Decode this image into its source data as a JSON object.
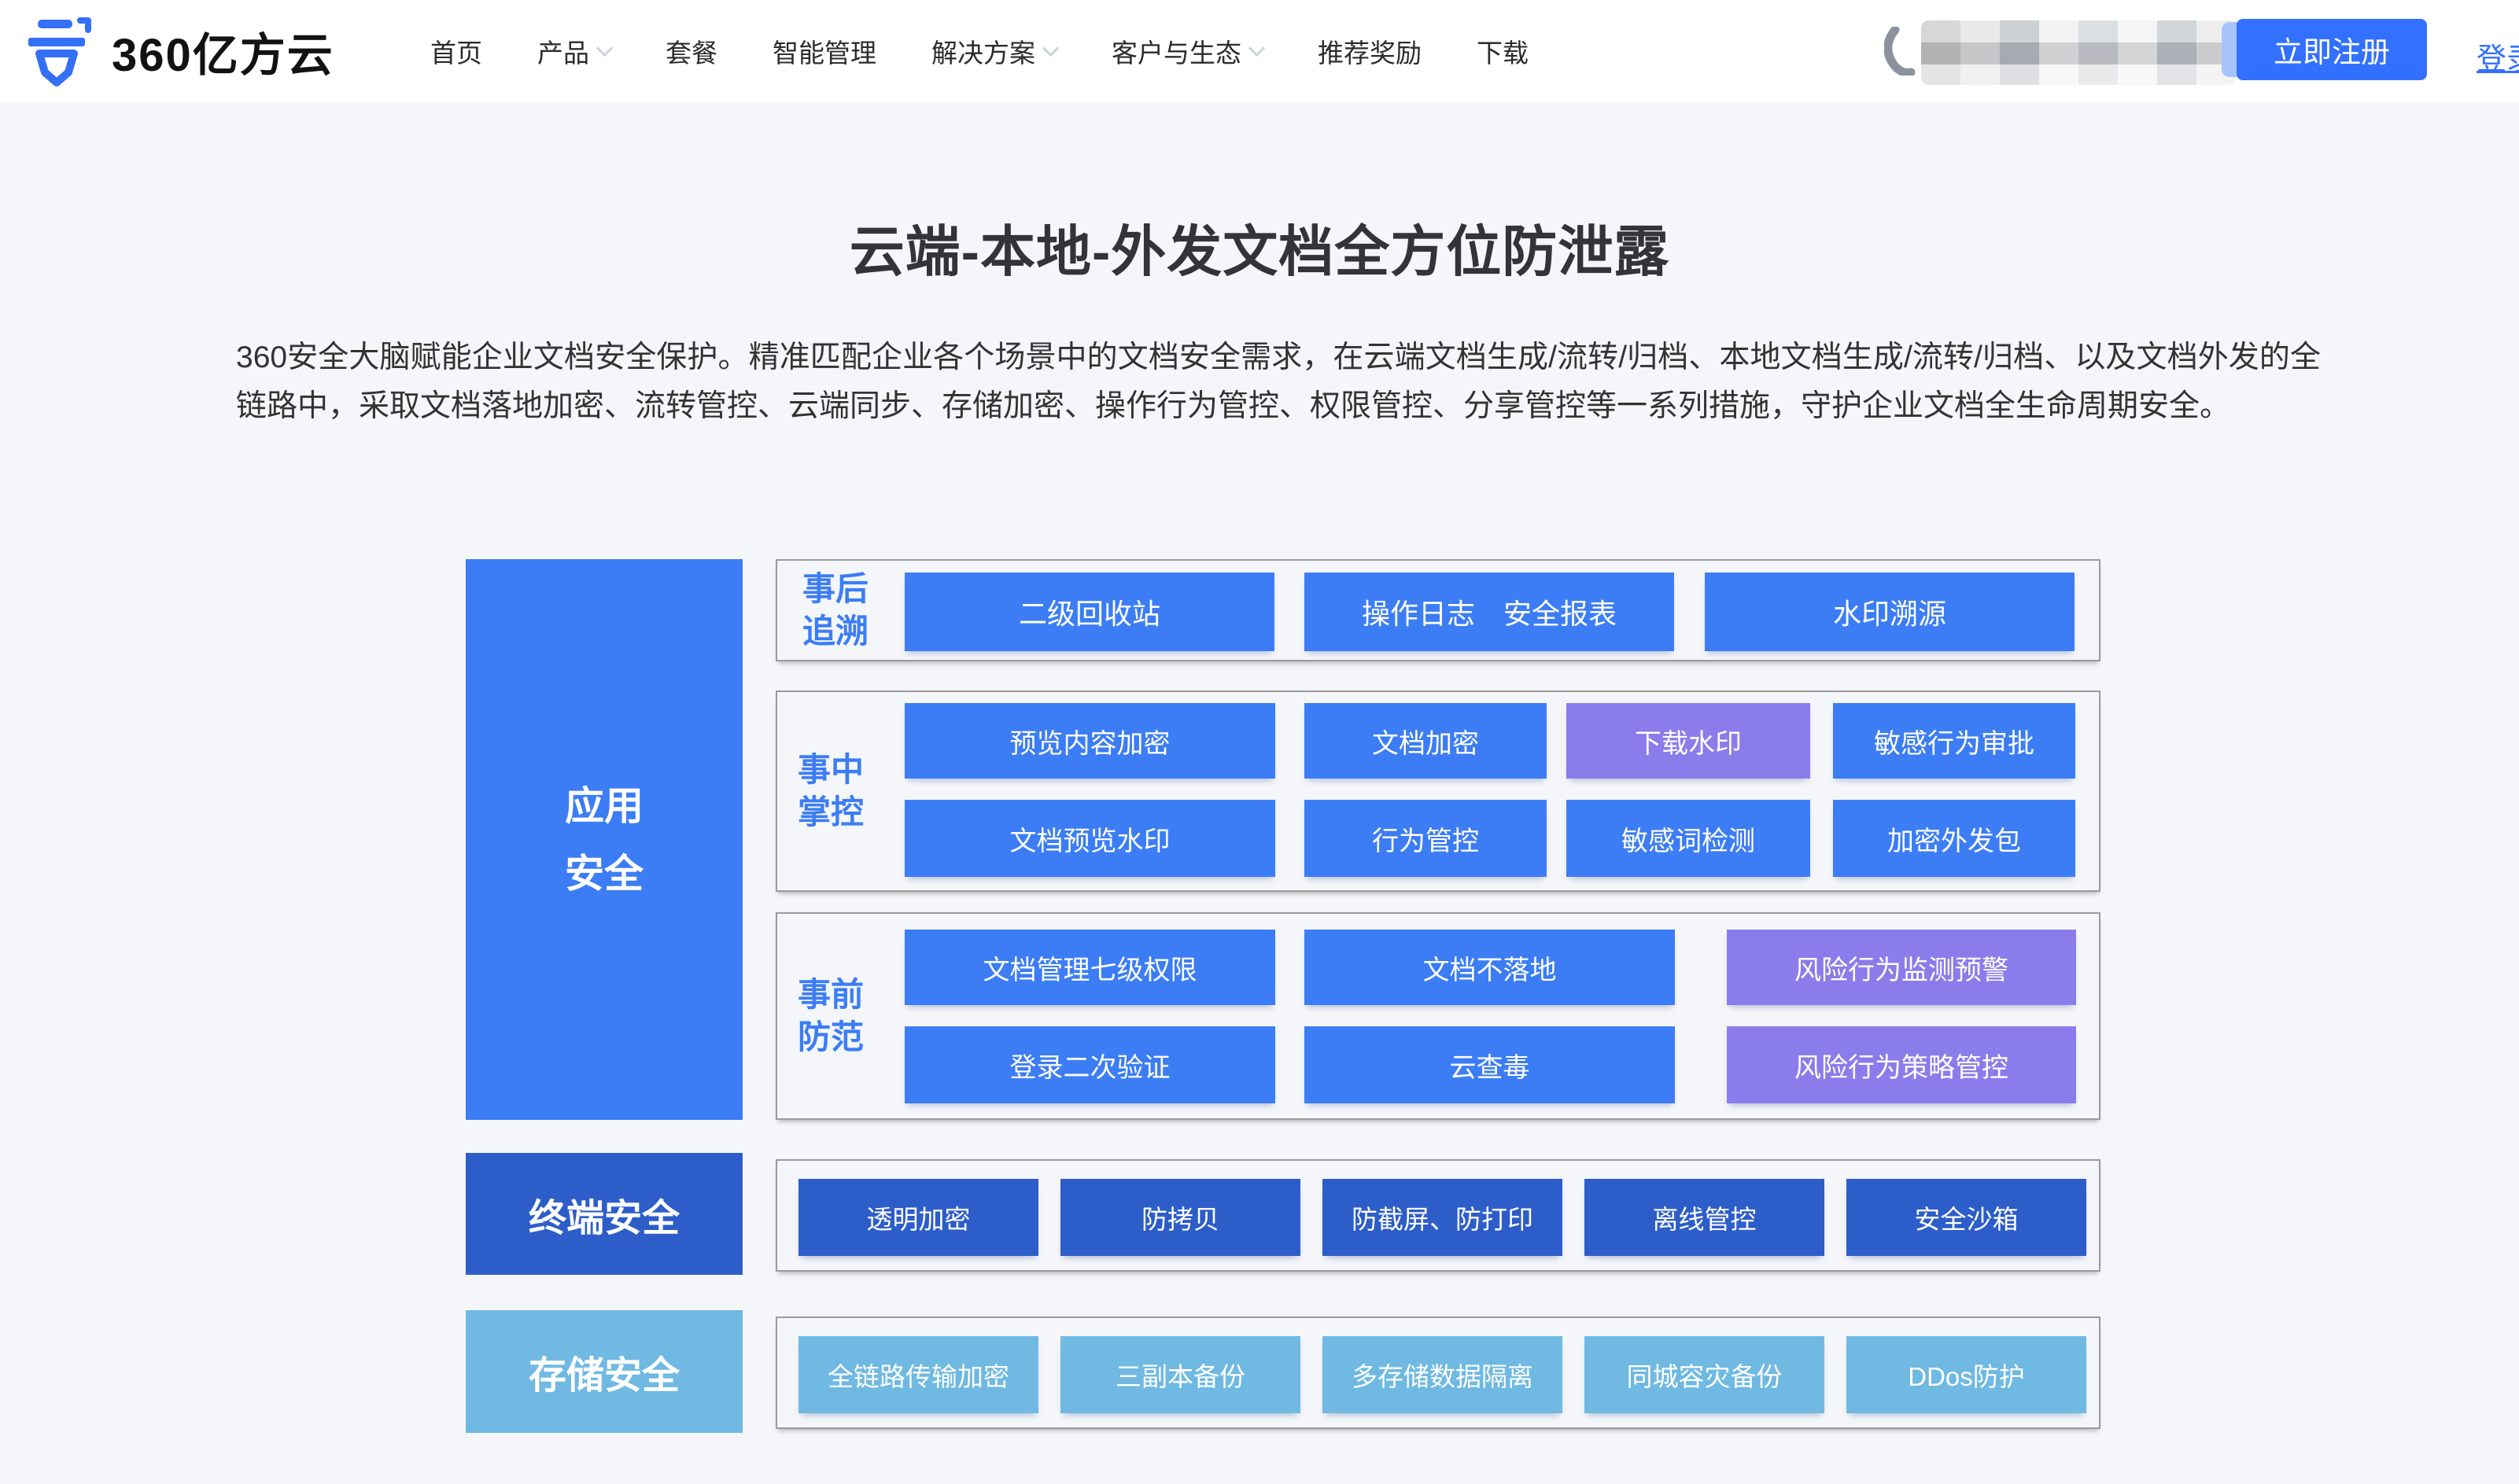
{
  "colors": {
    "primary_blue": "#3C7DF5",
    "dark_blue": "#2D5DC9",
    "light_blue": "#6FB9E2",
    "purple": "#8B7CEB",
    "accent_button": "#3370FF"
  },
  "header": {
    "logo_text": "360亿方云",
    "nav": [
      {
        "label": "首页",
        "chevron": false
      },
      {
        "label": "产品",
        "chevron": true
      },
      {
        "label": "套餐",
        "chevron": false
      },
      {
        "label": "智能管理",
        "chevron": false
      },
      {
        "label": "解决方案",
        "chevron": true
      },
      {
        "label": "客户与生态",
        "chevron": true
      },
      {
        "label": "推荐奖励",
        "chevron": false
      },
      {
        "label": "下载",
        "chevron": false
      }
    ],
    "phone_hidden": "（已打码电话号码）",
    "register_label": "立即注册",
    "login_label": "登录"
  },
  "hero": {
    "title": "云端-本地-外发文档全方位防泄露",
    "description": "360安全大脑赋能企业文档安全保护。精准匹配企业各个场景中的文档安全需求，在云端文档生成/流转/归档、本地文档生成/流转/归档、以及文档外发的全链路中，采取文档落地加密、流转管控、云端同步、存储加密、操作行为管控、权限管控、分享管控等一系列措施，守护企业文档全生命周期安全。"
  },
  "diagram": {
    "left_columns": [
      {
        "label_lines": [
          "应用",
          "安全"
        ],
        "variant": "blue"
      },
      {
        "label_lines": [
          "终端安全"
        ],
        "variant": "dark"
      },
      {
        "label_lines": [
          "存储安全"
        ],
        "variant": "light"
      }
    ],
    "groups": [
      {
        "label_lines": [
          "事后",
          "追溯"
        ],
        "rows": [
          [
            {
              "label": "二级回收站",
              "variant": "blue"
            },
            {
              "label": "操作日志　安全报表",
              "variant": "blue"
            },
            {
              "label": "水印溯源",
              "variant": "blue"
            }
          ]
        ]
      },
      {
        "label_lines": [
          "事中",
          "掌控"
        ],
        "rows": [
          [
            {
              "label": "预览内容加密",
              "variant": "blue"
            },
            {
              "label": "文档加密",
              "variant": "blue"
            },
            {
              "label": "下载水印",
              "variant": "purple"
            },
            {
              "label": "敏感行为审批",
              "variant": "blue"
            }
          ],
          [
            {
              "label": "文档预览水印",
              "variant": "blue"
            },
            {
              "label": "行为管控",
              "variant": "blue"
            },
            {
              "label": "敏感词检测",
              "variant": "blue"
            },
            {
              "label": "加密外发包",
              "variant": "blue"
            }
          ]
        ]
      },
      {
        "label_lines": [
          "事前",
          "防范"
        ],
        "rows": [
          [
            {
              "label": "文档管理七级权限",
              "variant": "blue"
            },
            {
              "label": "文档不落地",
              "variant": "blue"
            },
            {
              "label": "风险行为监测预警",
              "variant": "purple"
            }
          ],
          [
            {
              "label": "登录二次验证",
              "variant": "blue"
            },
            {
              "label": "云查毒",
              "variant": "blue"
            },
            {
              "label": "风险行为策略管控",
              "variant": "purple"
            }
          ]
        ]
      },
      {
        "label_lines": [],
        "rows": [
          [
            {
              "label": "透明加密",
              "variant": "dark"
            },
            {
              "label": "防拷贝",
              "variant": "dark"
            },
            {
              "label": "防截屏、防打印",
              "variant": "dark"
            },
            {
              "label": "离线管控",
              "variant": "dark"
            },
            {
              "label": "安全沙箱",
              "variant": "dark"
            }
          ]
        ]
      },
      {
        "label_lines": [],
        "rows": [
          [
            {
              "label": "全链路传输加密",
              "variant": "light"
            },
            {
              "label": "三副本备份",
              "variant": "light"
            },
            {
              "label": "多存储数据隔离",
              "variant": "light"
            },
            {
              "label": "同城容灾备份",
              "variant": "light"
            },
            {
              "label": "DDos防护",
              "variant": "light"
            }
          ]
        ]
      }
    ]
  }
}
